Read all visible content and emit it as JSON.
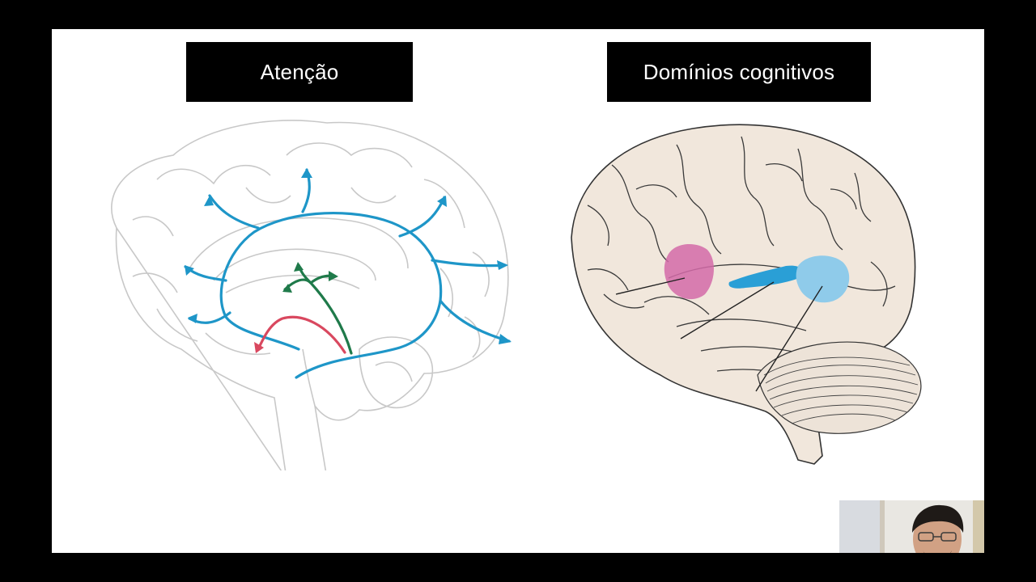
{
  "slide": {
    "left_title": "Atenção",
    "right_title": "Domínios cognitivos"
  },
  "colors": {
    "background": "#000000",
    "slide": "#ffffff",
    "pathway_blue": "#1e96c8",
    "pathway_green": "#1f7a4a",
    "pathway_red": "#d9485f",
    "region_pink": "#d36aa8",
    "region_blue_dark": "#2a9fd6",
    "region_blue_light": "#8fcbea",
    "brain_tissue": "#f1e7dc"
  },
  "icons": {
    "webcam": "presenter-video-feed"
  }
}
